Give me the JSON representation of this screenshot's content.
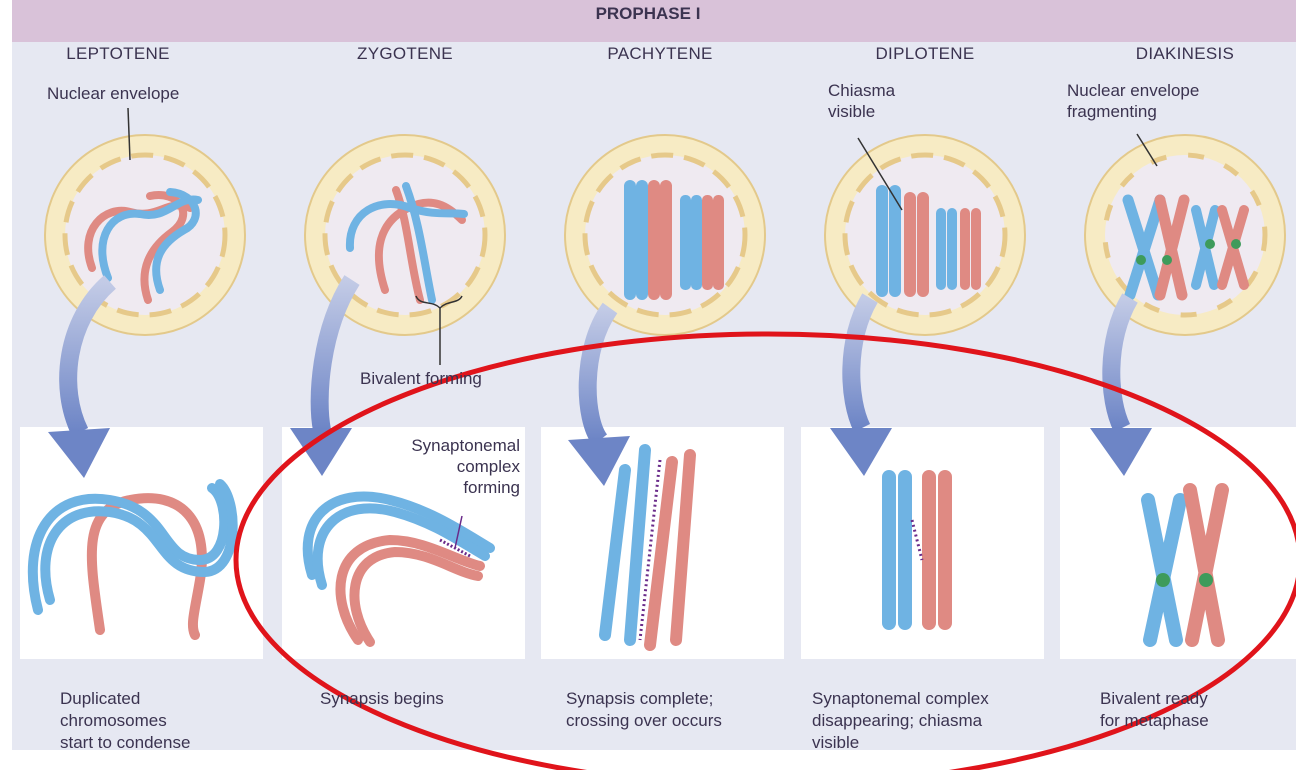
{
  "title": "PROPHASE I",
  "stages": [
    {
      "name": "LEPTOTENE",
      "caption": [
        "Duplicated",
        "chromosomes",
        "start to condense"
      ]
    },
    {
      "name": "ZYGOTENE",
      "caption": [
        "Synapsis begins"
      ]
    },
    {
      "name": "PACHYTENE",
      "caption": [
        "Synapsis complete;",
        "crossing over occurs"
      ]
    },
    {
      "name": "DIPLOTENE",
      "caption": [
        "Synaptonemal complex",
        "disappearing; chiasma",
        "visible"
      ]
    },
    {
      "name": "DIAKINESIS",
      "caption": [
        "Bivalent ready",
        "for metaphase"
      ]
    }
  ],
  "annotations": {
    "nuclear_envelope": "Nuclear envelope",
    "bivalent_forming": "Bivalent forming",
    "synaptonemal": [
      "Synaptonemal",
      "complex",
      "forming"
    ],
    "chiasma": [
      "Chiasma",
      "visible"
    ],
    "fragmenting": [
      "Nuclear envelope",
      "fragmenting"
    ]
  },
  "colors": {
    "header_band": "#d9c2d9",
    "background": "#e6e8f2",
    "nucleus_ring": "#f7ebc4",
    "chromosome_blue": "#6fb3e3",
    "chromosome_red": "#df8a83",
    "centromere": "#3e9b5b",
    "highlight_ellipse": "#e0141b"
  }
}
